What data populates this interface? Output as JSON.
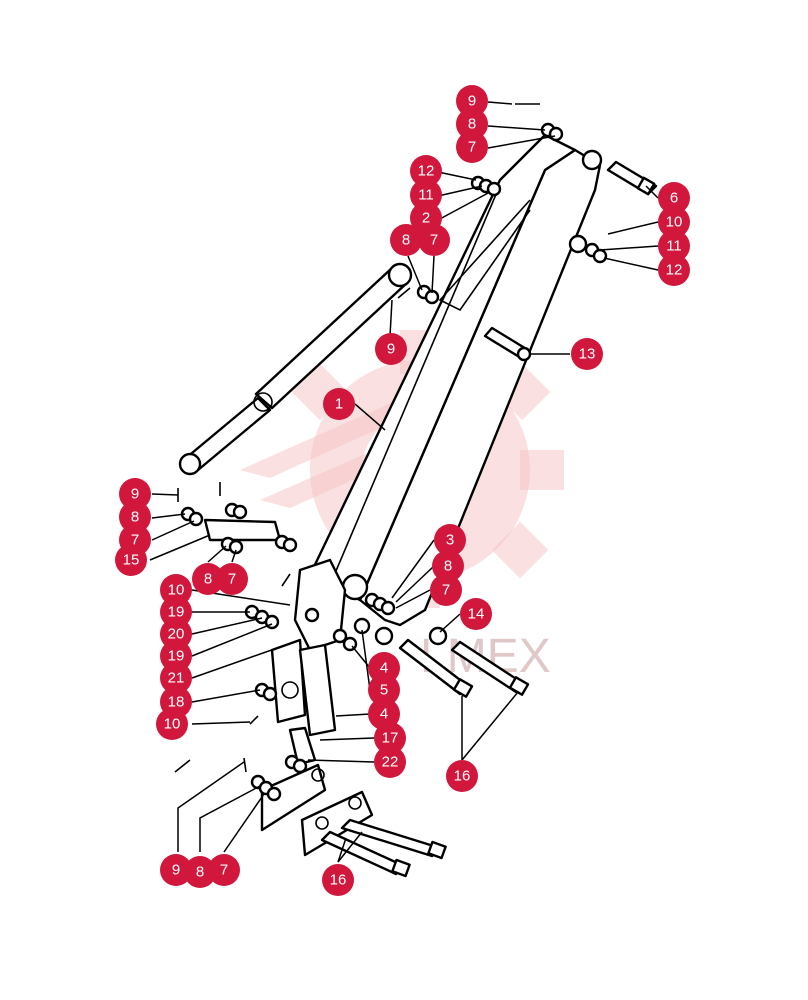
{
  "diagram": {
    "callout_color": "#d2173d",
    "watermark": "LMEX",
    "callouts": [
      {
        "id": "c-9-top",
        "label": "9"
      },
      {
        "id": "c-8-top",
        "label": "8"
      },
      {
        "id": "c-7-top",
        "label": "7"
      },
      {
        "id": "c-12-a",
        "label": "12"
      },
      {
        "id": "c-11-a",
        "label": "11"
      },
      {
        "id": "c-2",
        "label": "2"
      },
      {
        "id": "c-8-b",
        "label": "8"
      },
      {
        "id": "c-7-b",
        "label": "7"
      },
      {
        "id": "c-6",
        "label": "6"
      },
      {
        "id": "c-10-a",
        "label": "10"
      },
      {
        "id": "c-11-b",
        "label": "11"
      },
      {
        "id": "c-12-b",
        "label": "12"
      },
      {
        "id": "c-9-mid",
        "label": "9"
      },
      {
        "id": "c-13",
        "label": "13"
      },
      {
        "id": "c-1",
        "label": "1"
      },
      {
        "id": "c-9-left",
        "label": "9"
      },
      {
        "id": "c-8-left",
        "label": "8"
      },
      {
        "id": "c-7-left",
        "label": "7"
      },
      {
        "id": "c-15",
        "label": "15"
      },
      {
        "id": "c-8-mid",
        "label": "8"
      },
      {
        "id": "c-7-mid",
        "label": "7"
      },
      {
        "id": "c-3",
        "label": "3"
      },
      {
        "id": "c-8-r",
        "label": "8"
      },
      {
        "id": "c-7-r",
        "label": "7"
      },
      {
        "id": "c-10-b",
        "label": "10"
      },
      {
        "id": "c-14",
        "label": "14"
      },
      {
        "id": "c-19-a",
        "label": "19"
      },
      {
        "id": "c-20",
        "label": "20"
      },
      {
        "id": "c-19-b",
        "label": "19"
      },
      {
        "id": "c-21",
        "label": "21"
      },
      {
        "id": "c-4-a",
        "label": "4"
      },
      {
        "id": "c-5",
        "label": "5"
      },
      {
        "id": "c-18",
        "label": "18"
      },
      {
        "id": "c-4-b",
        "label": "4"
      },
      {
        "id": "c-16-a",
        "label": "16"
      },
      {
        "id": "c-10-c",
        "label": "10"
      },
      {
        "id": "c-17",
        "label": "17"
      },
      {
        "id": "c-22",
        "label": "22"
      },
      {
        "id": "c-9-bot",
        "label": "9"
      },
      {
        "id": "c-8-bot",
        "label": "8"
      },
      {
        "id": "c-7-bot",
        "label": "7"
      },
      {
        "id": "c-16-b",
        "label": "16"
      }
    ]
  }
}
